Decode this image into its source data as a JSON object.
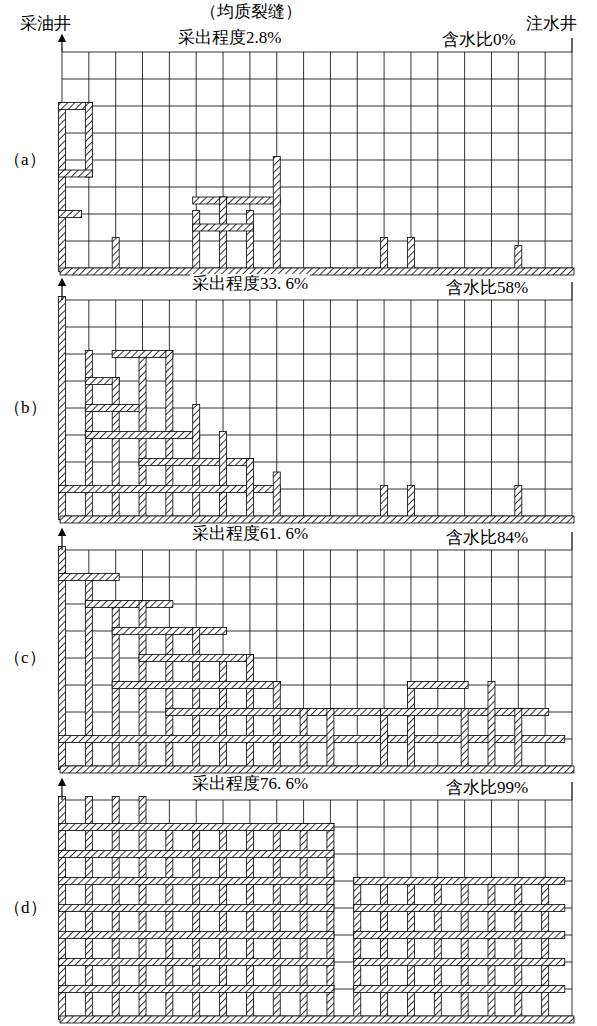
{
  "diagram": {
    "title": "（均质裂缝）",
    "labels": [
      "采油井",
      "注水井",
      "采出程度2.8%",
      "含水比0%",
      "（a）",
      "采出程度33. 6%",
      "含水比58%",
      "（b）",
      "采出程度61. 6%",
      "含水比84%",
      "（c）",
      "采出程度76. 6%",
      "含水比99%",
      "（d）"
    ]
  }
}
